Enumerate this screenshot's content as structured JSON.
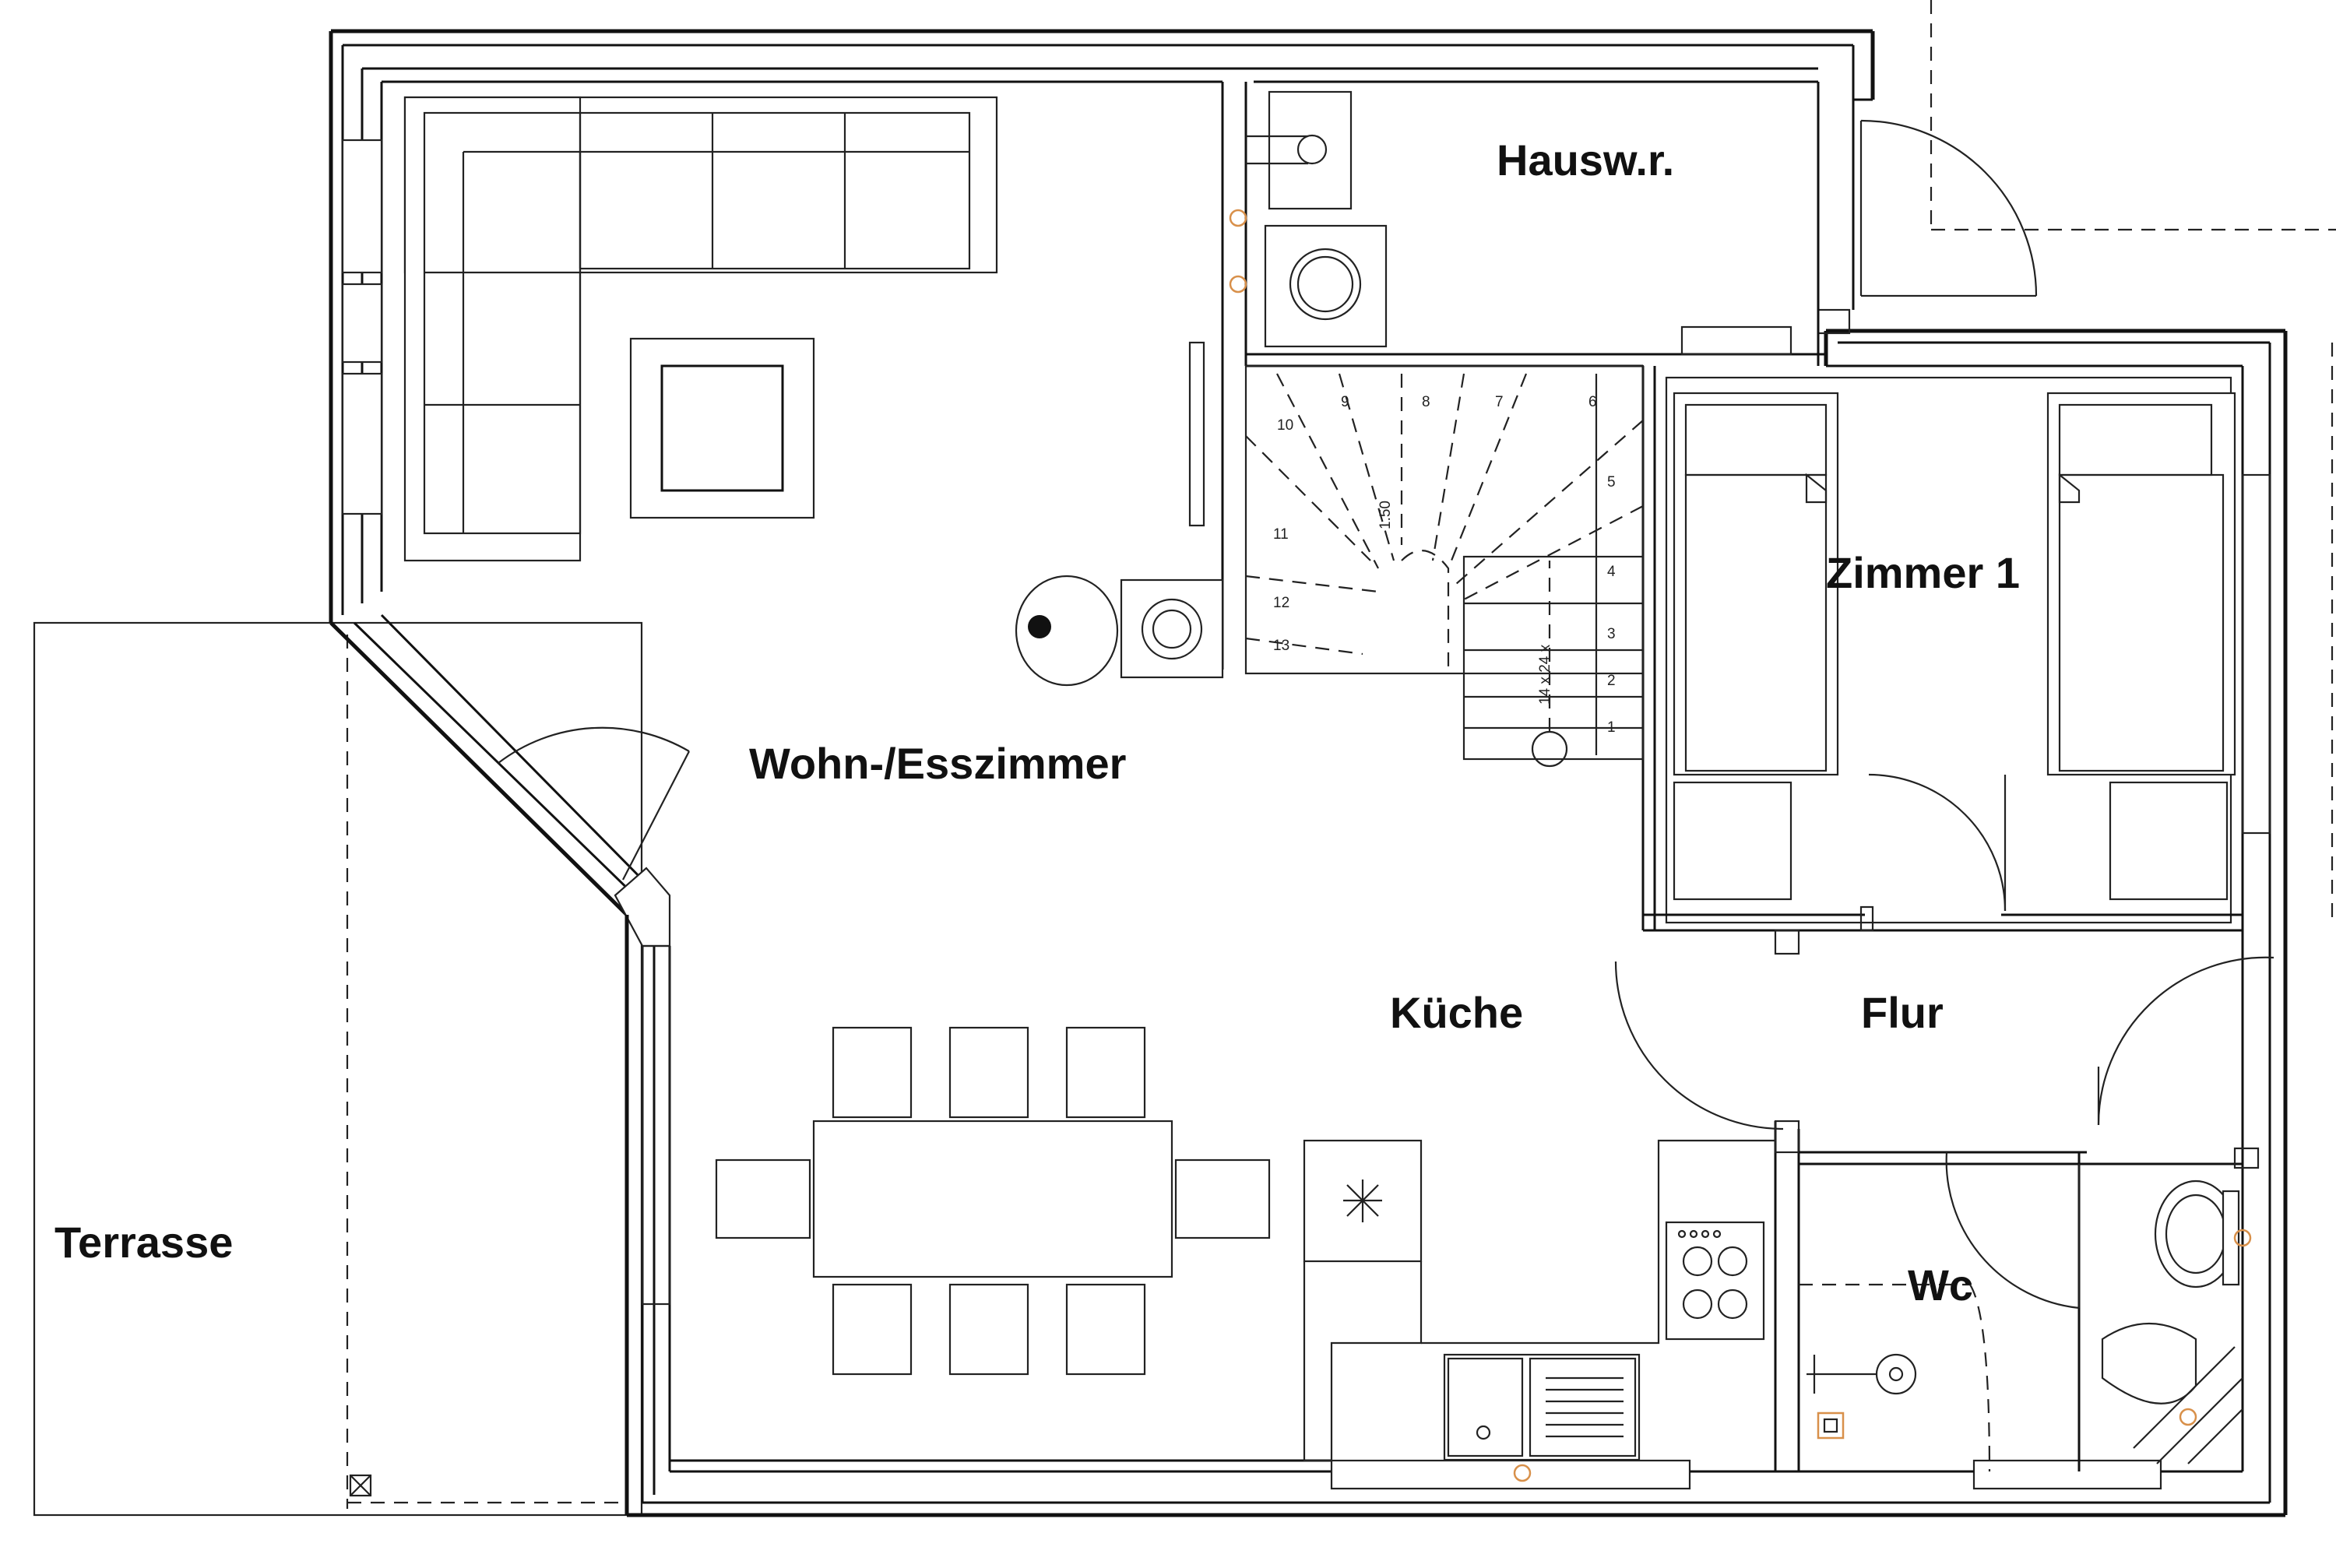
{
  "rooms": {
    "wohn": "Wohn-/Esszimmer",
    "hauswr": "Hausw.r.",
    "zimmer1": "Zimmer 1",
    "kueche": "Küche",
    "flur": "Flur",
    "wc": "Wc",
    "terrasse": "Terrasse"
  },
  "stairs": {
    "steps": [
      "1",
      "2",
      "3",
      "4",
      "5",
      "6",
      "7",
      "8",
      "9",
      "10",
      "11",
      "12",
      "13"
    ],
    "note_size": "14 x 24 x",
    "note_width": "1.50"
  },
  "colors": {
    "walls": "#111111",
    "fixtures_marker": "#d8904a"
  }
}
